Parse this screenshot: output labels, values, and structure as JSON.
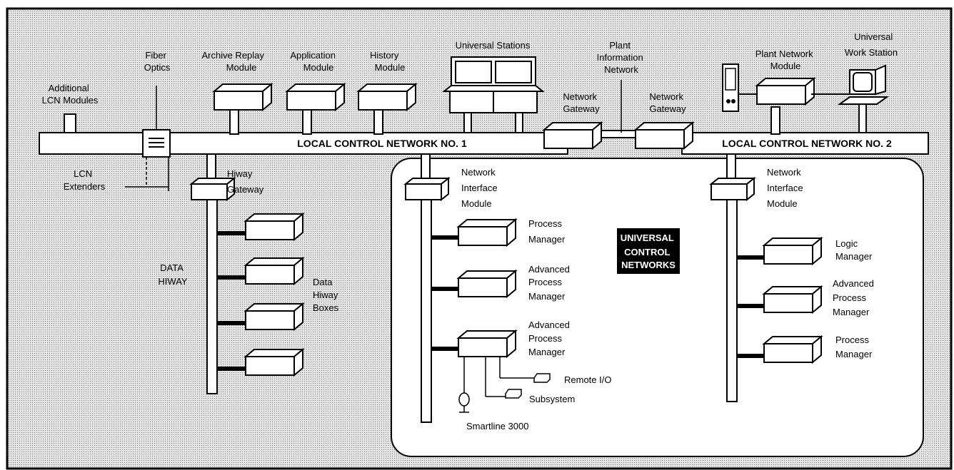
{
  "labels": {
    "additional_lcn": [
      "Additional",
      "LCN Modules"
    ],
    "fiber_optics": [
      "Fiber",
      "Optics"
    ],
    "archive_replay": [
      "Archive Replay",
      "Module"
    ],
    "application": [
      "Application",
      "Module"
    ],
    "history": [
      "History",
      "Module"
    ],
    "universal_stations": "Universal Stations",
    "plant_info_network": [
      "Plant",
      "Information",
      "Network"
    ],
    "network_gateway_1": [
      "Network",
      "Gateway"
    ],
    "network_gateway_2": [
      "Network",
      "Gateway"
    ],
    "plant_network_module": [
      "Plant Network",
      "Module"
    ],
    "universal_work_station": [
      "Universal",
      "Work Station"
    ],
    "lcn1": "LOCAL CONTROL NETWORK NO. 1",
    "lcn2": "LOCAL CONTROL NETWORK NO. 2",
    "lcn_extenders": [
      "LCN",
      "Extenders"
    ],
    "hiway_gateway": [
      "Hiway",
      "Gateway"
    ],
    "data_hiway": [
      "DATA",
      "HIWAY"
    ],
    "data_hiway_boxes": [
      "Data",
      "Hiway",
      "Boxes"
    ],
    "nim_left": [
      "Network",
      "Interface",
      "Module"
    ],
    "nim_right": [
      "Network",
      "Interface",
      "Module"
    ],
    "process_manager_left": [
      "Process",
      "Manager"
    ],
    "apm_left_1": [
      "Advanced",
      "Process",
      "Manager"
    ],
    "apm_left_2": [
      "Advanced",
      "Process",
      "Manager"
    ],
    "remote_io": "Remote I/O",
    "subsystem": "Subsystem",
    "smartline": "Smartline 3000",
    "ucn_title": [
      "UNIVERSAL",
      "CONTROL",
      "NETWORKS"
    ],
    "logic_manager": [
      "Logic",
      "Manager"
    ],
    "apm_right": [
      "Advanced",
      "Process",
      "Manager"
    ],
    "process_manager_right": [
      "Process",
      "Manager"
    ]
  }
}
